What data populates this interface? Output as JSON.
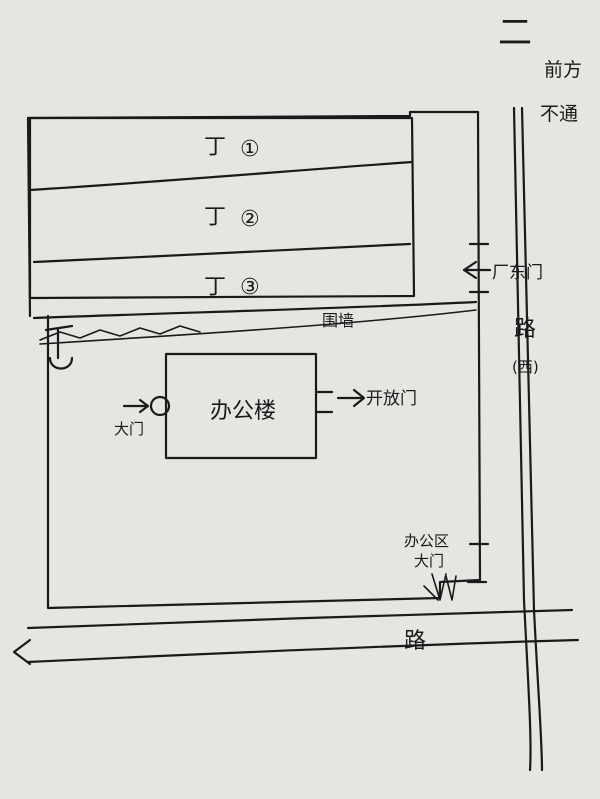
{
  "title": "二",
  "roads": {
    "right_notice": [
      "前方",
      "不通"
    ],
    "right_road_label": "路",
    "right_road_sub": "(西)",
    "bottom_road_label": "路"
  },
  "buildings": [
    {
      "label": "丁",
      "number": "①"
    },
    {
      "label": "丁",
      "number": "②"
    },
    {
      "label": "丁",
      "number": "③"
    }
  ],
  "office": {
    "label": "办公楼",
    "east_gate": "开放门",
    "west_gate": "大门"
  },
  "wall_label": "围墙",
  "gates": {
    "factory_gate": "厂东门",
    "office_gate": [
      "办公区",
      "大门"
    ]
  }
}
